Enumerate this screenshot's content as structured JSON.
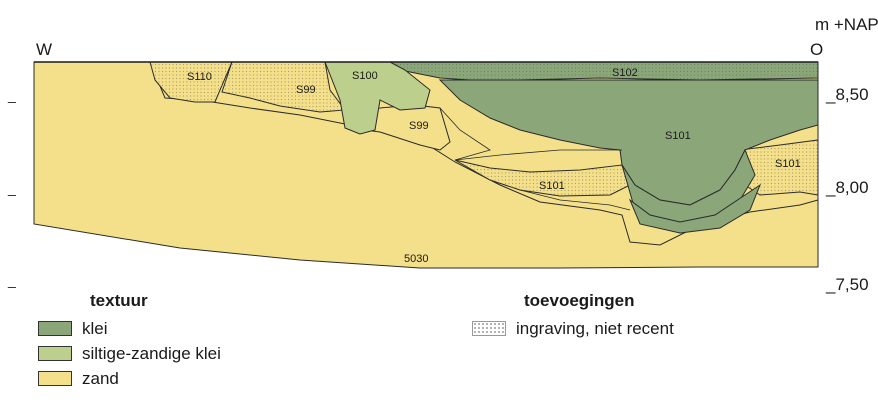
{
  "header": {
    "unit": "m +NAP",
    "west": "W",
    "east": "O"
  },
  "depth_labels": [
    "_8,50",
    "_8,00",
    "_7,50"
  ],
  "layers": [
    {
      "id": "S110",
      "texture": "zand",
      "engraved": true
    },
    {
      "id": "S100",
      "texture": "siltige-zandige klei"
    },
    {
      "id": "S102",
      "texture": "klei",
      "engraved": true
    },
    {
      "id": "S99a",
      "label": "S99",
      "texture": "zand",
      "engraved": true
    },
    {
      "id": "S99b",
      "label": "S99",
      "texture": "zand"
    },
    {
      "id": "S101a",
      "label": "S101",
      "texture": "klei"
    },
    {
      "id": "S101b",
      "label": "S101",
      "texture": "zand",
      "engraved": true
    },
    {
      "id": "S101c",
      "label": "S101",
      "texture": "zand",
      "engraved": true
    },
    {
      "id": "S5030",
      "label": "5030",
      "texture": "zand"
    }
  ],
  "legend_texture": {
    "title": "textuur",
    "items": [
      {
        "label": "klei",
        "color": "#8ba77a"
      },
      {
        "label": "siltige-zandige klei",
        "color": "#bccf8c"
      },
      {
        "label": "zand",
        "color": "#f4e08a"
      }
    ]
  },
  "legend_additions": {
    "title": "toevoegingen",
    "items": [
      {
        "label": "ingraving, niet recent",
        "pattern": "dots"
      }
    ]
  },
  "colors": {
    "klei": "#8ba77a",
    "silt": "#bccf8c",
    "zand": "#f4e08a",
    "line": "#2a2a2a"
  }
}
